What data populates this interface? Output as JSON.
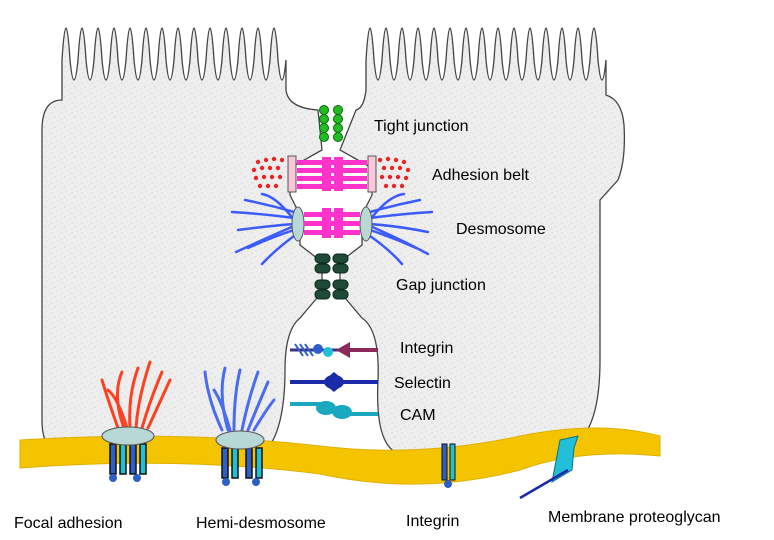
{
  "labels": {
    "tight_junction": "Tight junction",
    "adhesion_belt": "Adhesion belt",
    "desmosome": "Desmosome",
    "gap_junction": "Gap junction",
    "integrin_lateral": "Integrin",
    "selectin": "Selectin",
    "cam": "CAM",
    "focal_adhesion": "Focal adhesion",
    "hemi_desmosome": "Hemi-desmosome",
    "integrin_basal": "Integrin",
    "membrane_proteoglycan": "Membrane proteoglycan"
  },
  "colors": {
    "cell_fill": "#eeeeee",
    "matrix": "#f5c400",
    "tight_junction": "#22bb22",
    "adhesion_belt": "#ff33cc",
    "actin_dots": "#ee2222",
    "desmosome_fibers": "#3b5bff",
    "plaque": "#b8d8d8",
    "gap_junction": "#1f4a36",
    "integrin": "#2d5fc8",
    "selectin": "#1a2aa8",
    "cam": "#1aa8c0",
    "focal_fibers": "#ff4020",
    "hemi_fibers": "#4a6cf0",
    "proteoglycan": "#22c0d8"
  }
}
